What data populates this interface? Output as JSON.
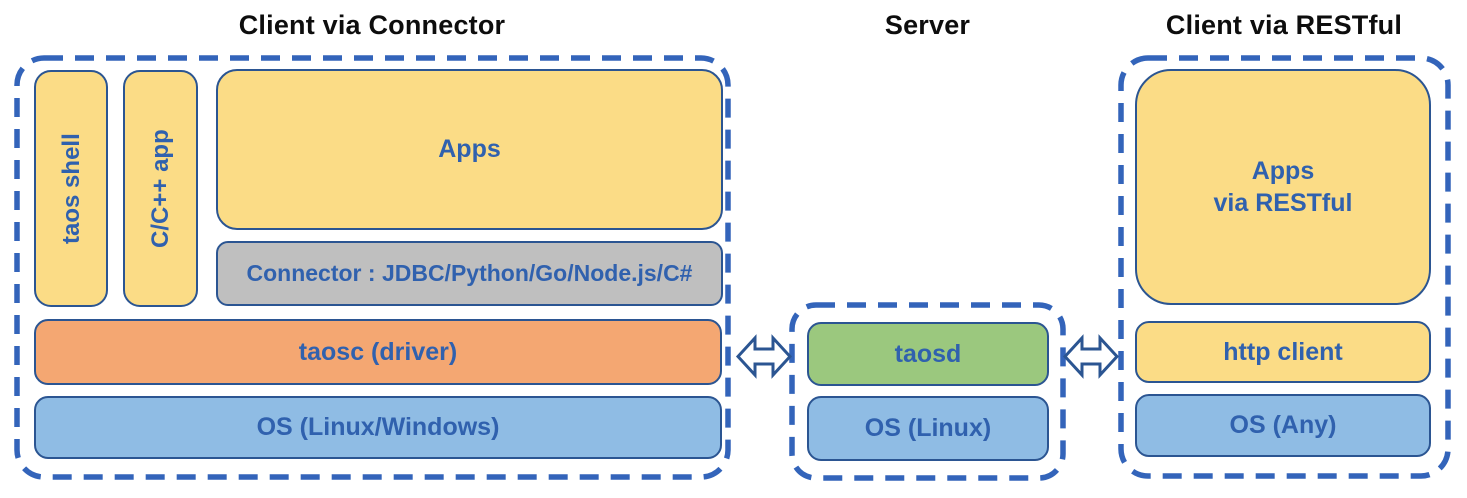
{
  "sections": [
    {
      "title": "Client via Connector",
      "boxes": {
        "taos_shell": "taos shell",
        "cpp_app": "C/C++ app",
        "apps": "Apps",
        "connector": "Connector : JDBC/Python/Go/Node.js/C#",
        "taosc": "taosc (driver)",
        "os": "OS (Linux/Windows)"
      }
    },
    {
      "title": "Server",
      "boxes": {
        "taosd": "taosd",
        "os": "OS (Linux)"
      }
    },
    {
      "title": "Client via RESTful",
      "boxes": {
        "apps_restful": "Apps\nvia RESTful",
        "http_client": "http client",
        "os": "OS (Any)"
      }
    }
  ],
  "arrows": [
    {
      "name": "bidirectional-arrow-client-server"
    },
    {
      "name": "bidirectional-arrow-server-restful"
    }
  ],
  "colors": {
    "box_fill_yellow": "#FBDC86",
    "box_fill_orange": "#F4A772",
    "box_fill_blue": "#8FBCE4",
    "box_fill_green": "#9BC87E",
    "box_fill_gray": "#BFBFBF",
    "box_border": "#2B5592",
    "dashed_border": "#3364BA",
    "label_text": "#3061AE",
    "title_text": "#0d0d0d"
  }
}
